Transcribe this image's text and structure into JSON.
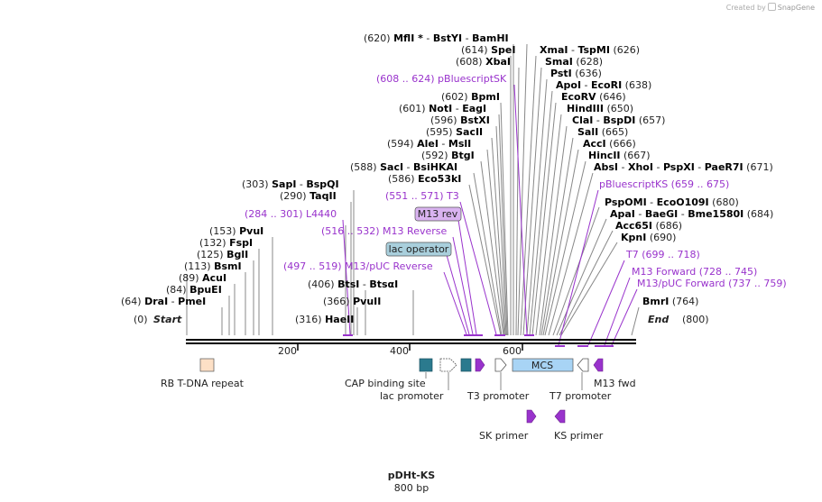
{
  "header": {
    "created_by": "Created by",
    "brand": "SnapGene"
  },
  "map": {
    "name": "pDHt-KS",
    "length": "800 bp",
    "start_label": "Start",
    "end_label": "End",
    "start_pos": "(0)",
    "end_pos": "(800)",
    "ticks": [
      "200",
      "400",
      "600"
    ]
  },
  "sites": [
    {
      "pos": "(620)",
      "names": [
        "MflI *",
        "BstYI",
        "BamHI"
      ]
    },
    {
      "pos": "(614)",
      "names": [
        "SpeI"
      ]
    },
    {
      "pos": "(608)",
      "names": [
        "XbaI"
      ]
    },
    {
      "pos": "(602)",
      "names": [
        "BpmI"
      ]
    },
    {
      "pos": "(601)",
      "names": [
        "NotI",
        "EagI"
      ]
    },
    {
      "pos": "(596)",
      "names": [
        "BstXI"
      ]
    },
    {
      "pos": "(595)",
      "names": [
        "SacII"
      ]
    },
    {
      "pos": "(594)",
      "names": [
        "AleI",
        "MslI"
      ]
    },
    {
      "pos": "(592)",
      "names": [
        "BtgI"
      ]
    },
    {
      "pos": "(588)",
      "names": [
        "SacI",
        "BsiHKAI"
      ]
    },
    {
      "pos": "(586)",
      "names": [
        "Eco53kI"
      ]
    },
    {
      "pos": "(303)",
      "names": [
        "SapI",
        "BspQI"
      ]
    },
    {
      "pos": "(290)",
      "names": [
        "TaqII"
      ]
    },
    {
      "pos": "(153)",
      "names": [
        "PvuI"
      ]
    },
    {
      "pos": "(132)",
      "names": [
        "FspI"
      ]
    },
    {
      "pos": "(125)",
      "names": [
        "BglI"
      ]
    },
    {
      "pos": "(113)",
      "names": [
        "BsmI"
      ]
    },
    {
      "pos": "(89)",
      "names": [
        "AcuI"
      ]
    },
    {
      "pos": "(84)",
      "names": [
        "BpuEI"
      ]
    },
    {
      "pos": "(64)",
      "names": [
        "DraI",
        "PmeI"
      ]
    },
    {
      "pos": "(406)",
      "names": [
        "BtsI",
        "BtsαI"
      ]
    },
    {
      "pos": "(366)",
      "names": [
        "PvuII"
      ]
    },
    {
      "pos": "(316)",
      "names": [
        "HaeII"
      ]
    },
    {
      "pos": "(626)",
      "names": [
        "XmaI",
        "TspMI"
      ]
    },
    {
      "pos": "(628)",
      "names": [
        "SmaI"
      ]
    },
    {
      "pos": "(636)",
      "names": [
        "PstI"
      ]
    },
    {
      "pos": "(638)",
      "names": [
        "ApoI",
        "EcoRI"
      ]
    },
    {
      "pos": "(646)",
      "names": [
        "EcoRV"
      ]
    },
    {
      "pos": "(650)",
      "names": [
        "HindIII"
      ]
    },
    {
      "pos": "(657)",
      "names": [
        "ClaI",
        "BspDI"
      ]
    },
    {
      "pos": "(665)",
      "names": [
        "SalI"
      ]
    },
    {
      "pos": "(666)",
      "names": [
        "AccI"
      ]
    },
    {
      "pos": "(667)",
      "names": [
        "HincII"
      ]
    },
    {
      "pos": "(671)",
      "names": [
        "AbsI",
        "XhoI",
        "PspXI",
        "PaeR7I"
      ]
    },
    {
      "pos": "(680)",
      "names": [
        "PspOMI",
        "EcoO109I"
      ]
    },
    {
      "pos": "(684)",
      "names": [
        "ApaI",
        "BaeGI",
        "Bme1580I"
      ]
    },
    {
      "pos": "(686)",
      "names": [
        "Acc65I"
      ]
    },
    {
      "pos": "(690)",
      "names": [
        "KpnI"
      ]
    },
    {
      "pos": "(764)",
      "names": [
        "BmrI"
      ]
    }
  ],
  "primers": [
    {
      "range": "(608 .. 624)",
      "name": "pBluescriptSK"
    },
    {
      "range": "(551 .. 571)",
      "name": "T3"
    },
    {
      "range": "(284 .. 301)",
      "name": "L4440"
    },
    {
      "range": "(516 .. 532)",
      "name": "M13 Reverse"
    },
    {
      "range": "(497 .. 519)",
      "name": "M13/pUC Reverse"
    },
    {
      "range": "(659 .. 675)",
      "name": "pBluescriptKS"
    },
    {
      "range": "(699 .. 718)",
      "name": "T7"
    },
    {
      "range": "(728 .. 745)",
      "name": "M13 Forward"
    },
    {
      "range": "(737 .. 759)",
      "name": "M13/pUC Forward"
    }
  ],
  "boxed_labels": [
    "M13 rev",
    "lac operator"
  ],
  "features": [
    "RB T-DNA repeat",
    "CAP binding site",
    "lac promoter",
    "T3 promoter",
    "T7 promoter",
    "M13 fwd",
    "MCS",
    "SK primer",
    "KS primer"
  ],
  "colors": {
    "backbone": "#000000",
    "primer": "#9933cc",
    "cap_site": "#2b7a8e",
    "mcs": "#a8d4f5",
    "rb_repeat": "#fde0c6",
    "m13rev_box": "#d9b3f0",
    "lac_op_box": "#a9cfdc"
  }
}
